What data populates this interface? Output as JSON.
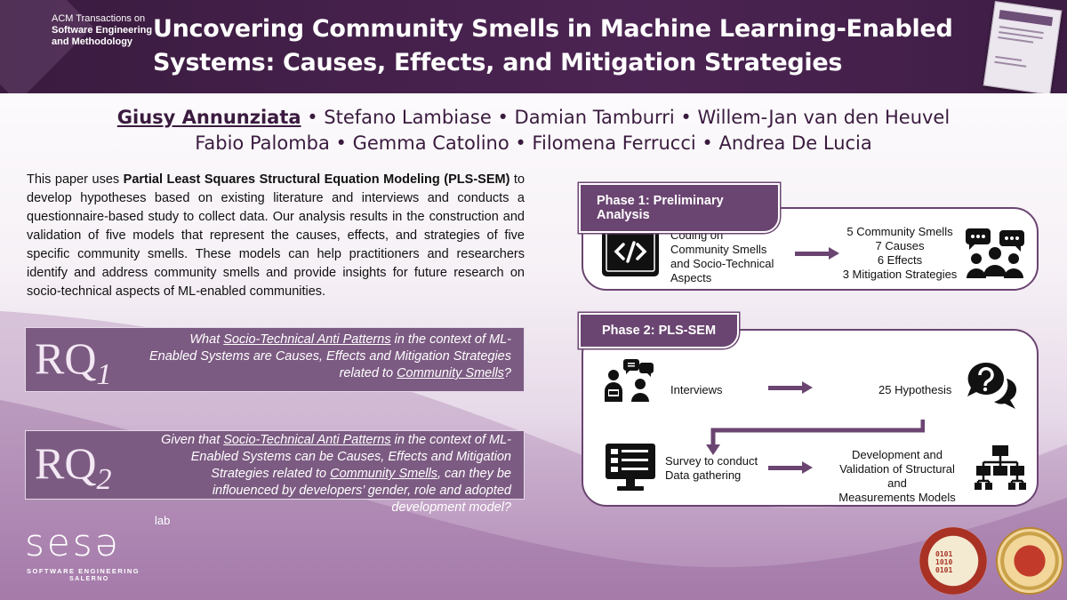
{
  "header": {
    "journal_line1": "ACM Transactions on",
    "journal_line2": "Software Engineering",
    "journal_line3": "and Methodology",
    "title_line1": "Uncovering Community Smells in Machine Learning-Enabled",
    "title_line2": "Systems: Causes, Effects, and Mitigation Strategies"
  },
  "authors": {
    "first": "Giusy Annunziata",
    "line1_rest": " • Stefano Lambiase • Damian Tamburri •  Willem-Jan van den Heuvel",
    "line2": "Fabio Palomba • Gemma Catolino • Filomena Ferrucci • Andrea De Lucia"
  },
  "abstract": {
    "before_bold": "This paper uses ",
    "bold": "Partial Least Squares Structural Equation Modeling (PLS-SEM)",
    "after_bold": " to develop hypotheses based on existing literature and interviews and conducts a questionnaire-based study to collect data. Our analysis results in the construction and validation of five models that represent the causes, effects, and strategies of five specific community smells. These models can help practitioners and researchers identify and address community smells and provide insights for future research on socio-technical aspects of ML-enabled communities."
  },
  "rq1": {
    "label": "RQ",
    "sub": "1",
    "t1": "What ",
    "u1": "Socio-Technical Anti Patterns",
    "t2": " in the context of ML-Enabled Systems are Causes, Effects and Mitigation Strategies related to ",
    "u2": "Community Smells",
    "t3": "?"
  },
  "rq2": {
    "label": "RQ",
    "sub": "2",
    "t1": "Given that ",
    "u1": "Socio-Technical Anti Patterns",
    "t2": " in the context of ML-Enabled Systems can be Causes, Effects and Mitigation Strategies related to ",
    "u2": "Community Smells",
    "t3": ", can they be inflouenced by developers’ gender, role and adopted development model?"
  },
  "phase1": {
    "tab": "Phase 1: Preliminary Analysis",
    "coding_l1": "Coding on",
    "coding_l2": "Community Smells",
    "coding_l3": "and Socio-Technical",
    "coding_l4": "Aspects",
    "result_l1": "5 Community Smells",
    "result_l2": "7 Causes",
    "result_l3": "6 Effects",
    "result_l4": "3 Mitigation Strategies"
  },
  "phase2": {
    "tab": "Phase 2: PLS-SEM",
    "interviews": "Interviews",
    "hypothesis": "25 Hypothesis",
    "survey_l1": "Survey to conduct",
    "survey_l2": "Data gathering",
    "dev_l1": "Development and",
    "dev_l2": "Validation of Structural and",
    "dev_l3": "Measurements Models"
  },
  "logos": {
    "sesa_word": "sesə",
    "sesa_lab": "lab",
    "sesa_sub1": "SOFTWARE ENGINEERING",
    "sesa_sub2": "SALERNO"
  },
  "colors": {
    "header_bg": "#4c2453",
    "accent": "#6b4571",
    "rq_bg": "#7c5b82",
    "author_text": "#3a1b3f"
  },
  "icons": [
    "code-window-icon",
    "people-chat-icon",
    "interview-icon",
    "question-bubbles-icon",
    "survey-monitor-icon",
    "hierarchy-icon"
  ]
}
